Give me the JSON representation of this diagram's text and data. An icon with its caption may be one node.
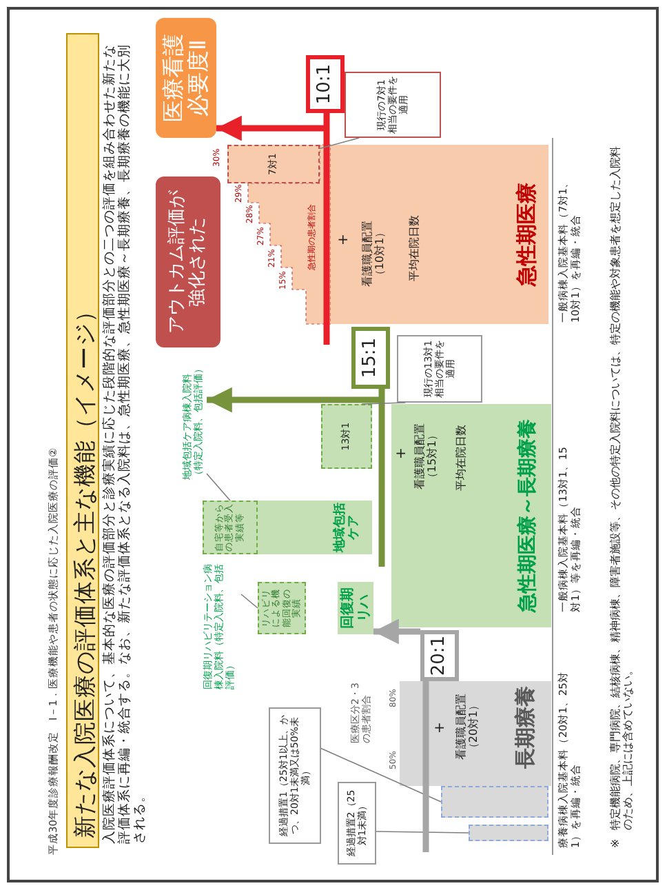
{
  "diagram": {
    "title": "新たな入院医療の評価体系と主な機能（イメージ）",
    "nodes": [
      {
        "text": [
          "医療看護必要度Ⅱ"
        ]
      },
      {
        "text": [
          "アウトカム評価が強化された"
        ]
      },
      {
        "text": [
          "10:1"
        ]
      },
      {
        "text": [
          "15:1"
        ]
      },
      {
        "text": [
          "20:1"
        ]
      },
      {
        "text": [
          "現行の7対1相当の要件を適用"
        ]
      },
      {
        "text": [
          "現行の13対1相当の要件を適用"
        ]
      },
      {
        "text": [
          "看護職員配置（10対1）",
          "平均在院日数",
          "急性期医療"
        ]
      },
      {
        "text": [
          "7対1"
        ]
      },
      {
        "text": [
          "看護職員配置（15対1）",
          "平均在院日数",
          "急性期医療～長期療養"
        ]
      },
      {
        "text": [
          "13対1"
        ]
      },
      {
        "text": [
          "地域包括ケア"
        ]
      },
      {
        "text": [
          "回復期リハ"
        ]
      },
      {
        "text": [
          "地域包括ケア病棟入院料（特定入院料、包括評価）"
        ]
      },
      {
        "text": [
          "自宅等からの患者受入実績等"
        ]
      },
      {
        "text": [
          "回復期リハビリテーション病棟入院料（特定入院料、包括評価）"
        ]
      },
      {
        "text": [
          "リハビリによる機能回復の実績"
        ]
      },
      {
        "text": [
          "看護職員配置（20対1）",
          "長期療養"
        ]
      },
      {
        "text": [],
        "shape": "box"
      },
      {
        "text": [],
        "shape": "box"
      },
      {
        "text": [
          "経過措置1（25対1以上、かつ、20対1未満又は50%未満）"
        ]
      },
      {
        "text": [
          "経過措置2（25対1未満）"
        ]
      }
    ],
    "edges": [
      {
        "from": 2,
        "to": 0,
        "arrow": "to",
        "style": "thick",
        "color": "#e8202a"
      },
      {
        "from": 3,
        "to": 13,
        "arrow": "to",
        "style": "thick",
        "color": "#77933c"
      },
      {
        "from": 4,
        "to": 12,
        "arrow": "to",
        "style": "thick",
        "color": "#a6a6a6"
      },
      {
        "from": 5,
        "to": 8,
        "arrow": "none"
      },
      {
        "from": 6,
        "to": 10,
        "arrow": "none"
      },
      {
        "from": 13,
        "to": 14,
        "arrow": "none"
      },
      {
        "from": 15,
        "to": 16,
        "arrow": "none"
      },
      {
        "from": 20,
        "to": 18,
        "arrow": "none"
      },
      {
        "from": 21,
        "to": 19,
        "arrow": "none"
      },
      {
        "from": 4,
        "to": null,
        "arrow": "none",
        "style": "thick",
        "color": "#a6a6a6"
      }
    ],
    "labels": [
      "平成30年度診療報酬改定　Ⅰ－1．医療機能や患者の状態に応じた入院医療の評価②",
      "入院医療評価体系について、基本的な医療の評価部分と診療実績に応じた段階的な評価部分との二つの評価を組み合わせた新たな評価体系に再編・統合する。なお、新たな評価体系となる入院料は、急性期医療、急性期医療～長期療養、長期療養の機能に大別される。",
      "30%",
      "29%",
      "28%",
      "27%",
      "21%",
      "15%",
      "急性期の患者割合",
      "+",
      "+",
      "医療区分2・3の患者割合",
      "80%",
      "50%",
      "+",
      "一般病棟入院基本料（7対1、10対1）を再編・統合",
      "一般病棟入院基本料（13対1、15対1）等を再編・統合",
      "療養病棟入院基本料（20対1、25対1）を再編・統合",
      "※",
      "特定機能病院、専門病院、結核病棟、精神病棟、障害者施設等、その他の特定入院料については、特定の機能や対象患者を想定した入院料のため、上記には含めていない。"
    ]
  }
}
